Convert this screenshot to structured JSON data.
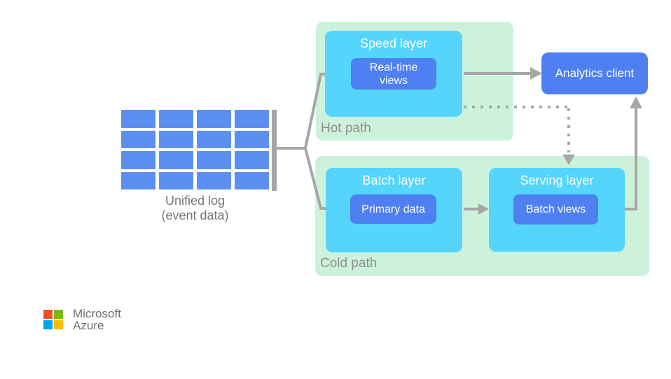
{
  "diagram": {
    "unified_log": {
      "label_line1": "Unified log",
      "label_line2": "(event data)",
      "grid_rows": 4,
      "grid_cols": 4
    },
    "hot_path": {
      "label": "Hot path",
      "speed_layer": {
        "title": "Speed layer",
        "views_line1": "Real-time",
        "views_line2": "views"
      }
    },
    "cold_path": {
      "label": "Cold path",
      "batch_layer": {
        "title": "Batch layer",
        "data_label": "Primary data"
      },
      "serving_layer": {
        "title": "Serving layer",
        "views_label": "Batch views"
      }
    },
    "analytics_client": {
      "label": "Analytics client"
    }
  },
  "branding": {
    "company": "Microsoft",
    "product": "Azure",
    "logo_colors": {
      "top_left": "#f25022",
      "top_right": "#7fba00",
      "bottom_left": "#00a4ef",
      "bottom_right": "#ffb900"
    }
  },
  "colors": {
    "path_background_green": "#cdf2dc",
    "layer_background_cyan": "#55d4fc",
    "node_background_blue": "#4e80f2",
    "log_cell_blue": "#5b90f2",
    "connector_gray": "#a6a6a6",
    "path_label_gray": "#8f8f8f",
    "caption_gray": "#767676",
    "node_text": "#ffffff"
  }
}
